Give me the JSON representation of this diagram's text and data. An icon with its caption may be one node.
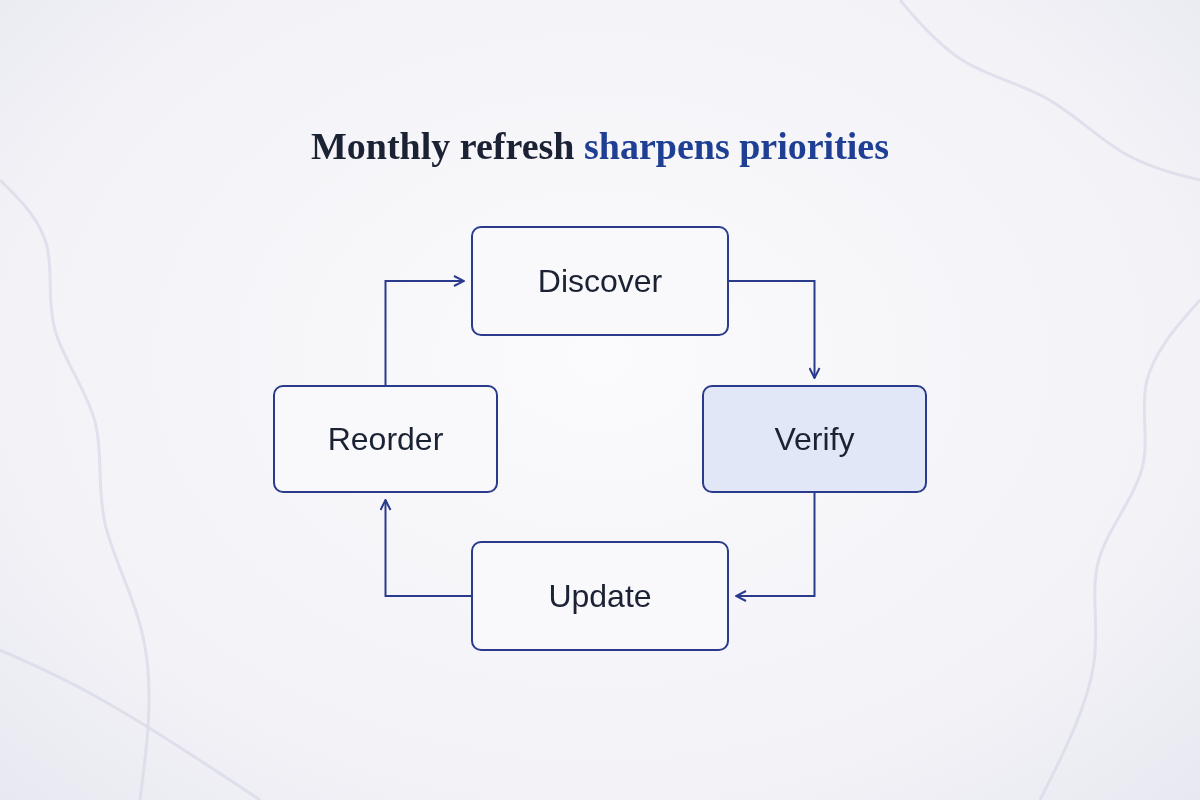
{
  "diagram": {
    "title": "Monthly refresh **sharpens priorities**",
    "nodes": [
      {
        "text": [
          "Discover"
        ]
      },
      {
        "text": [
          "Verify"
        ]
      },
      {
        "text": [
          "Update"
        ]
      },
      {
        "text": [
          "Reorder"
        ]
      }
    ],
    "edges": [
      {
        "from": 0,
        "to": 1,
        "arrow": "to"
      },
      {
        "from": 1,
        "to": 2,
        "arrow": "to"
      },
      {
        "from": 2,
        "to": 3,
        "arrow": "to"
      },
      {
        "from": 3,
        "to": 0,
        "arrow": "to"
      }
    ]
  }
}
